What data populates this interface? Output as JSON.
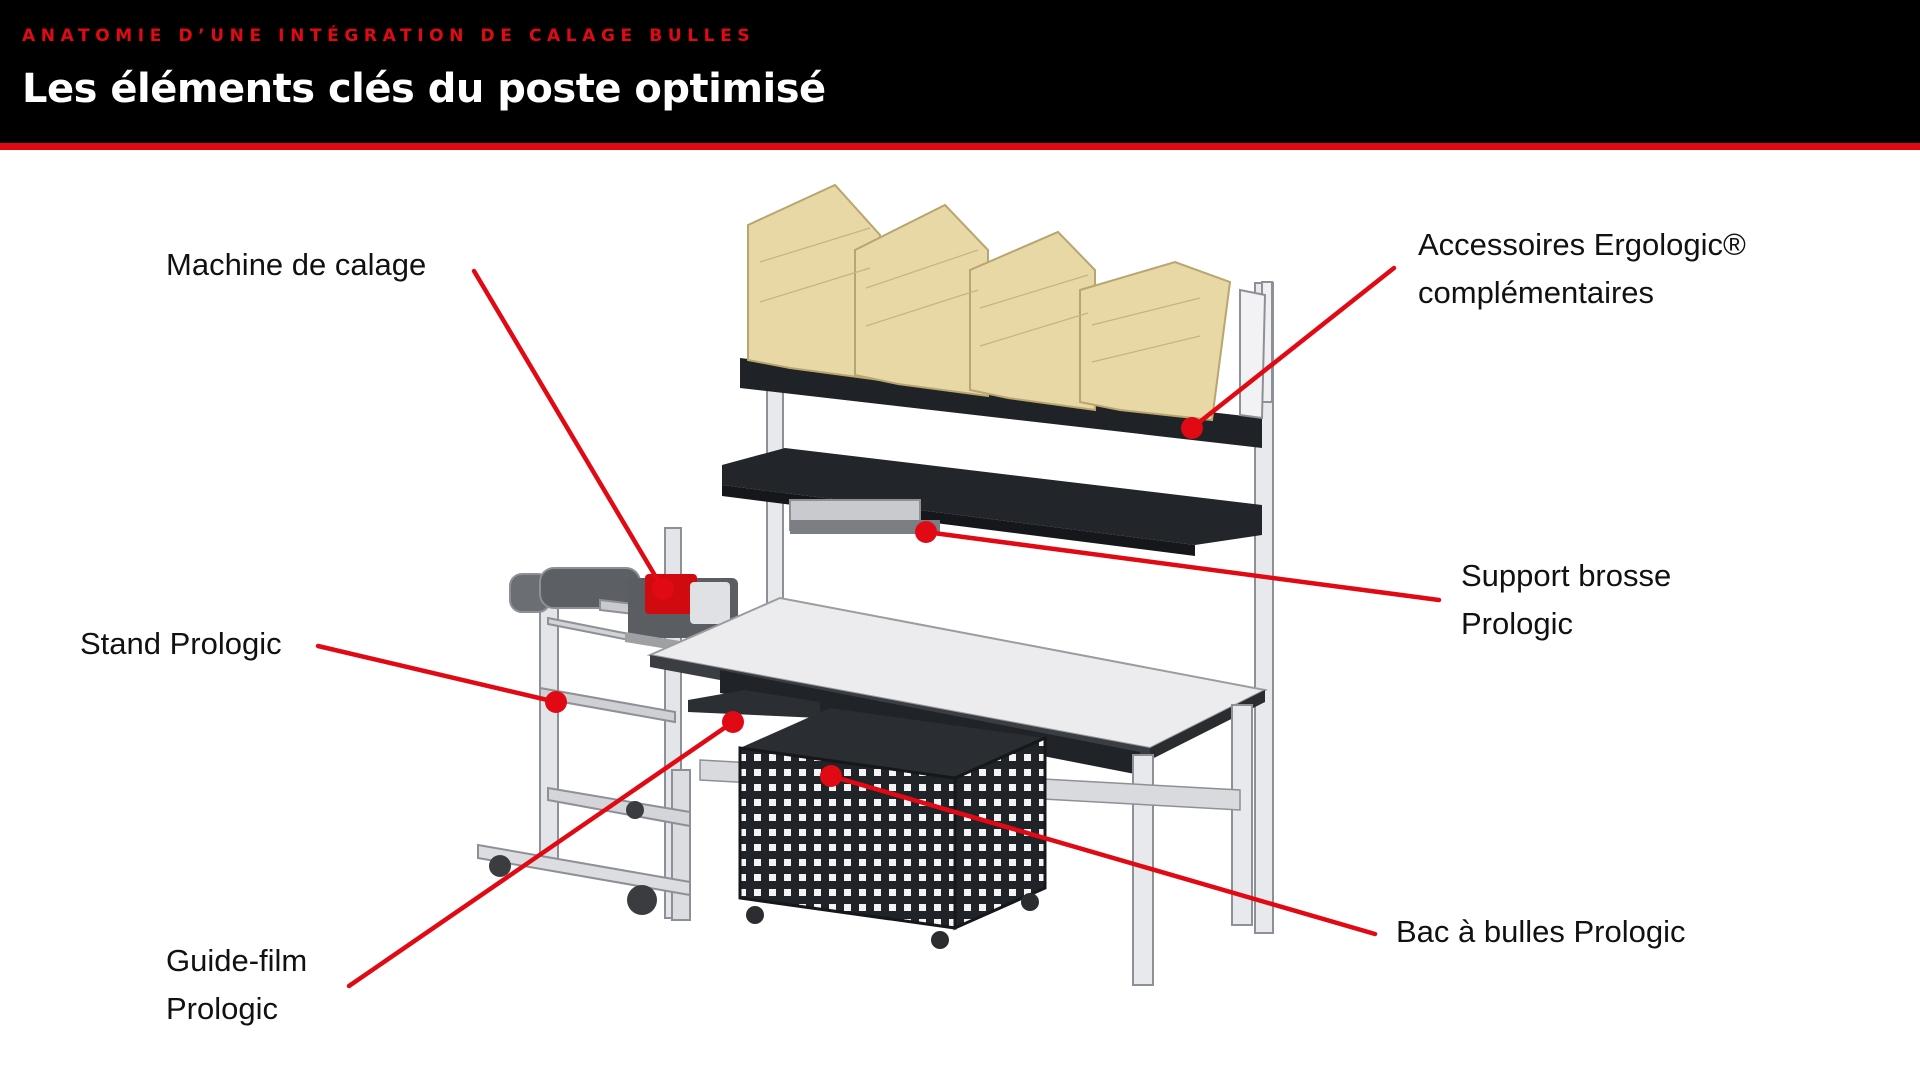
{
  "header": {
    "kicker": "ANATOMIE D’UNE INTÉGRATION DE CALAGE BULLES",
    "title": "Les éléments clés du poste optimisé"
  },
  "callouts": [
    {
      "id": "machine",
      "lines": [
        "Machine de calage"
      ]
    },
    {
      "id": "accessoires",
      "lines": [
        "Accessoires Ergologic®",
        "complémentaires"
      ]
    },
    {
      "id": "support",
      "lines": [
        "Support brosse",
        "Prologic"
      ]
    },
    {
      "id": "stand",
      "lines": [
        "Stand Prologic"
      ]
    },
    {
      "id": "guide",
      "lines": [
        "Guide-film",
        "Prologic"
      ]
    },
    {
      "id": "bac",
      "lines": [
        "Bac à bulles Prologic"
      ]
    }
  ],
  "colors": {
    "accent": "#e10a14",
    "header_bg": "#000000",
    "title_text": "#ffffff",
    "label_text": "#111111",
    "frame_light": "#e8e9ec",
    "frame_dark": "#1f2226",
    "carton": "#e8d8a6"
  }
}
